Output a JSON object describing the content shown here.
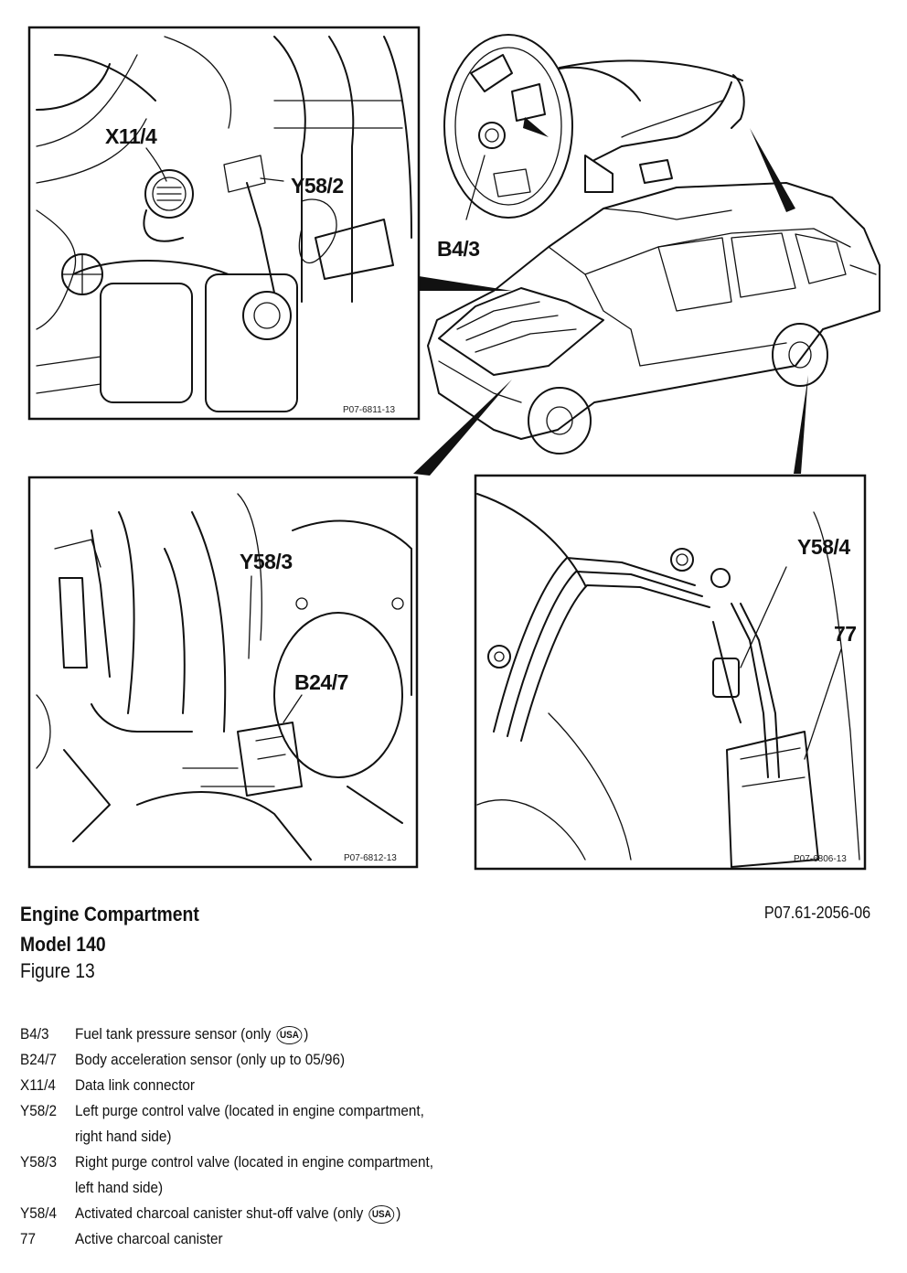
{
  "caption": {
    "title_line1": "Engine Compartment",
    "title_line2": "Model 140",
    "figure": "Figure 13",
    "doc_ref": "P07.61-2056-06"
  },
  "panels": {
    "top_left": {
      "photo_code": "P07-6811-13",
      "callouts": [
        "X11/4",
        "Y58/2"
      ]
    },
    "top_right": {
      "callouts": [
        "B4/3"
      ]
    },
    "bottom_left": {
      "photo_code": "P07-6812-13",
      "callouts": [
        "Y58/3",
        "B24/7"
      ]
    },
    "bottom_right": {
      "photo_code": "P07-6806-13",
      "callouts": [
        "Y58/4",
        "77"
      ]
    }
  },
  "legend": [
    {
      "code": "B4/3",
      "text": "Fuel tank pressure sensor (only",
      "badge": "USA",
      "suffix": ")"
    },
    {
      "code": "B24/7",
      "text": "Body acceleration sensor (only up to 05/96)"
    },
    {
      "code": "X11/4",
      "text": "Data link connector"
    },
    {
      "code": "Y58/2",
      "text": "Left purge control valve (located in engine compartment,",
      "text2": "right hand side)"
    },
    {
      "code": "Y58/3",
      "text": "Right purge control valve (located in engine compartment,",
      "text2": "left hand side)"
    },
    {
      "code": "Y58/4",
      "text": "Activated charcoal canister shut-off valve (only",
      "badge": "USA",
      "suffix": ")"
    },
    {
      "code": "77",
      "text": "Active charcoal canister"
    }
  ]
}
